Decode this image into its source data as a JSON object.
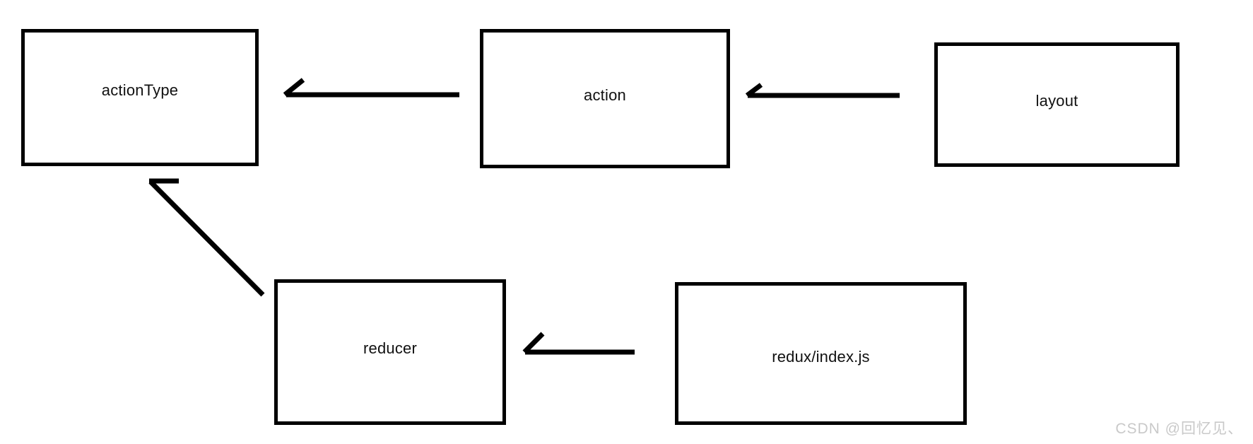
{
  "diagram": {
    "type": "flow-diagram",
    "background_color": "#ffffff",
    "stroke_color": "#000000",
    "text_color": "#111111",
    "nodes": [
      {
        "id": "actionType",
        "label": "actionType"
      },
      {
        "id": "action",
        "label": "action"
      },
      {
        "id": "layout",
        "label": "layout"
      },
      {
        "id": "reducer",
        "label": "reducer"
      },
      {
        "id": "reduxIndex",
        "label": "redux/index.js"
      }
    ],
    "edges": [
      {
        "id": "action-to-actionType",
        "from": "action",
        "to": "actionType",
        "direction": "right-to-left",
        "style": "solid-arrow"
      },
      {
        "id": "layout-to-action",
        "from": "layout",
        "to": "action",
        "direction": "right-to-left",
        "style": "solid-arrow"
      },
      {
        "id": "reducer-to-actionType",
        "from": "reducer",
        "to": "actionType",
        "direction": "diagonal-up-left",
        "style": "solid-arrow"
      },
      {
        "id": "reduxIndex-to-reducer",
        "from": "reduxIndex",
        "to": "reducer",
        "direction": "right-to-left",
        "style": "solid-arrow"
      }
    ]
  },
  "watermark": {
    "text": "CSDN @回忆见、"
  }
}
